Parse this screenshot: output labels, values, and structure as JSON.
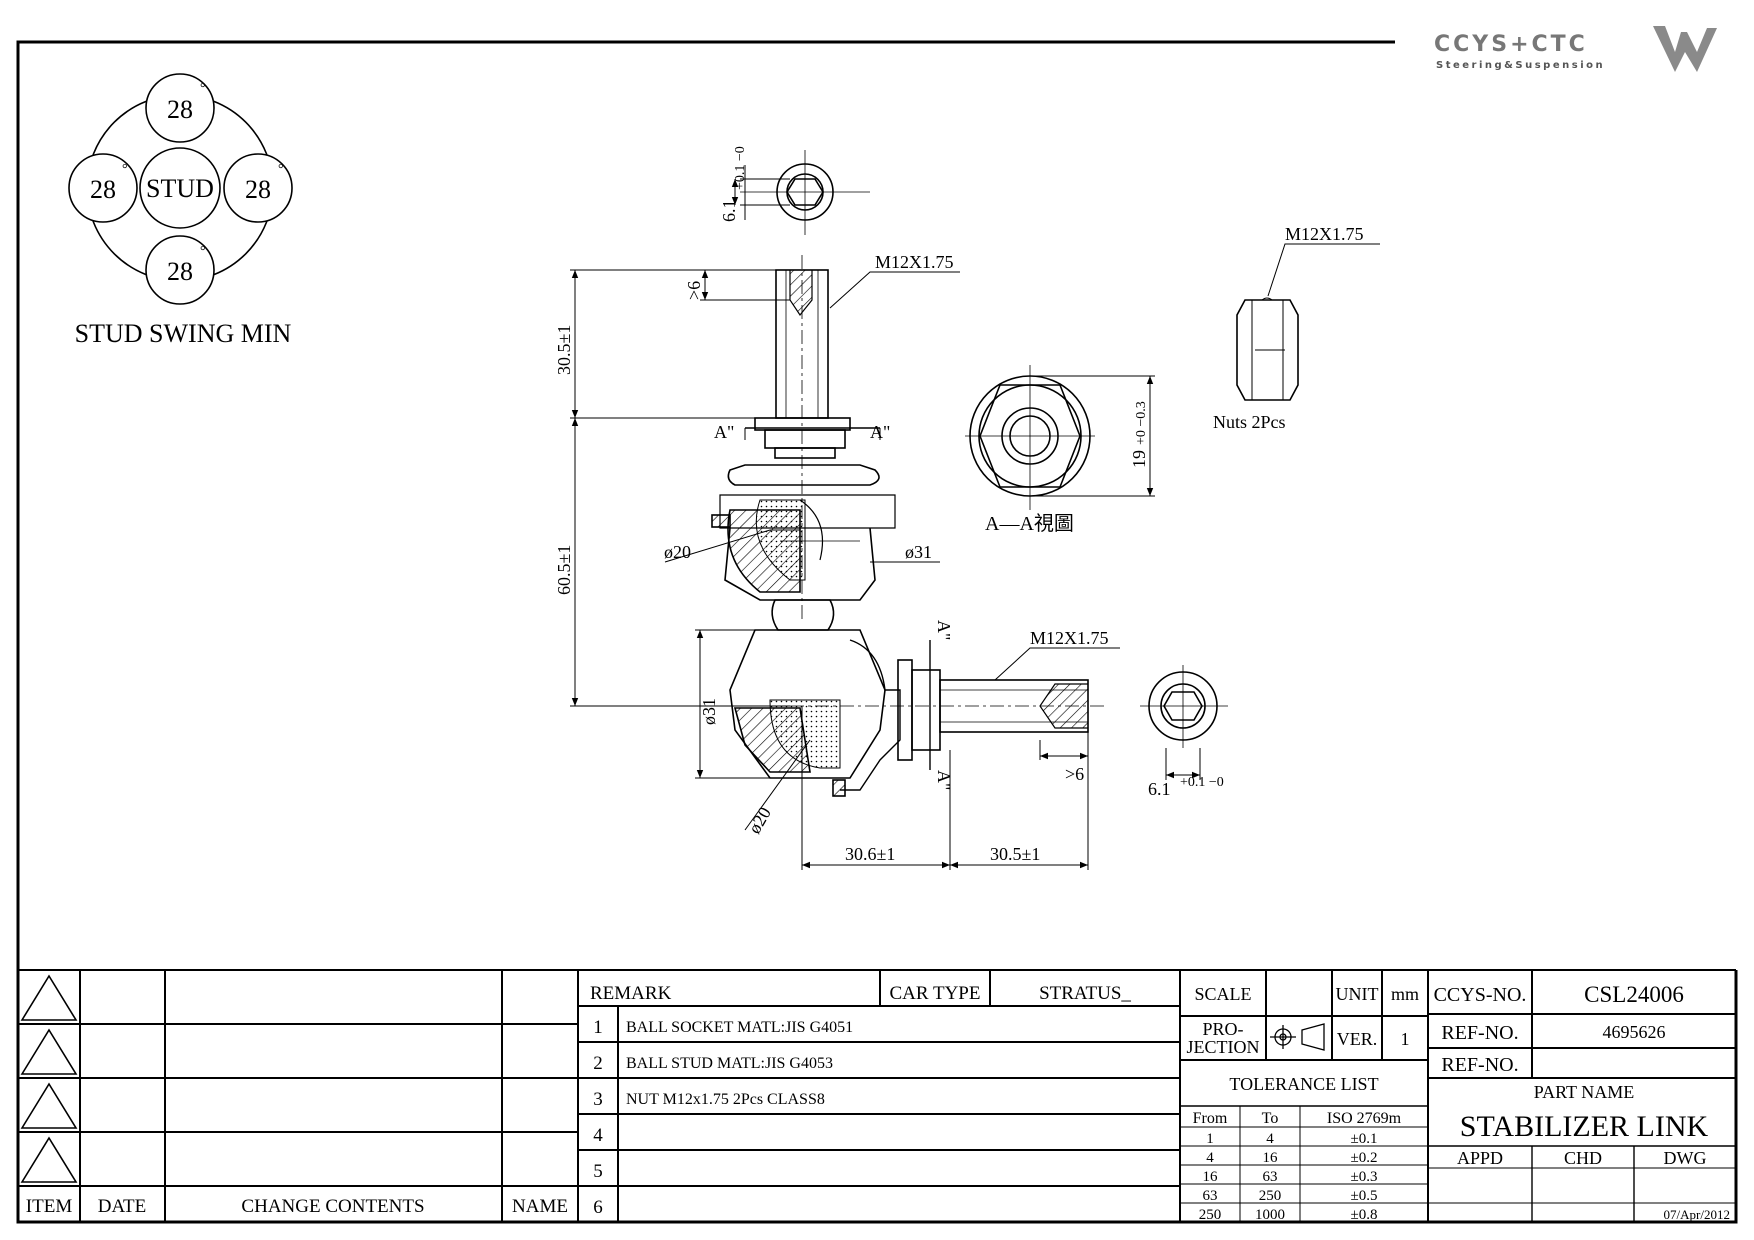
{
  "brand": {
    "name": "CCYS+CTC",
    "tagline": "Steering&Suspension"
  },
  "swing": {
    "top": "28",
    "left": "28",
    "right": "28",
    "bottom": "28",
    "degree": "°",
    "center": "STUD",
    "caption": "STUD SWING MIN"
  },
  "dims": {
    "hex_top": "6.1",
    "hex_top_tol": "+0.1 −0",
    "thread_top": "M12X1.75",
    "thread_depth_top": ">6",
    "stud_len": "30.5±1",
    "body_len": "60.5±1",
    "section_a_left": "A\"",
    "section_a_right": "A\"",
    "dia20_top": "ø20",
    "dia31_top": "ø31",
    "dia31_bottom": "ø31",
    "dia20_bottom": "ø20",
    "thread_bottom": "M12X1.75",
    "thread_depth_bottom": ">6",
    "hex_bottom": "6.1",
    "hex_bottom_tol": "+0.1 −0",
    "horiz_left": "30.6±1",
    "horiz_right": "30.5±1",
    "section_a_up": "A\"",
    "section_a_down": "A\"",
    "flange": "19",
    "flange_tol": "+0 −0.3",
    "section_view": "A—A視圖",
    "nut_thread": "M12X1.75",
    "nut_caption": "Nuts  2Pcs"
  },
  "revision": {
    "headers": [
      "ITEM",
      "DATE",
      "CHANGE CONTENTS",
      "NAME"
    ]
  },
  "remark": {
    "title": "REMARK",
    "car_type_label": "CAR TYPE",
    "car_type_value": "STRATUS_",
    "rows": [
      {
        "no": "1",
        "text": "BALL SOCKET MATL:JIS G4051"
      },
      {
        "no": "2",
        "text": "BALL STUD MATL:JIS G4053"
      },
      {
        "no": "3",
        "text": "NUT M12x1.75 2Pcs CLASS8"
      },
      {
        "no": "4",
        "text": ""
      },
      {
        "no": "5",
        "text": ""
      },
      {
        "no": "6",
        "text": ""
      }
    ]
  },
  "spec": {
    "scale_label": "SCALE",
    "scale_value": "",
    "unit_label": "UNIT",
    "unit_value": "mm",
    "projection_label_1": "PRO-",
    "projection_label_2": "JECTION",
    "ver_label": "VER.",
    "ver_value": "1",
    "tolerance_title": "TOLERANCE LIST",
    "tol_headers": [
      "From",
      "To",
      "ISO 2769m"
    ],
    "tol_rows": [
      [
        "1",
        "4",
        "±0.1"
      ],
      [
        "4",
        "16",
        "±0.2"
      ],
      [
        "16",
        "63",
        "±0.3"
      ],
      [
        "63",
        "250",
        "±0.5"
      ],
      [
        "250",
        "1000",
        "±0.8"
      ]
    ]
  },
  "title_block": {
    "ccys_label": "CCYS-NO.",
    "ccys_value": "CSL24006",
    "ref_label_1": "REF-NO.",
    "ref_value_1": "4695626",
    "ref_label_2": "REF-NO.",
    "ref_value_2": "",
    "part_name_label": "PART NAME",
    "part_name_value": "STABILIZER LINK",
    "appd": "APPD",
    "chd": "CHD",
    "dwg": "DWG",
    "date": "07/Apr/2012"
  }
}
